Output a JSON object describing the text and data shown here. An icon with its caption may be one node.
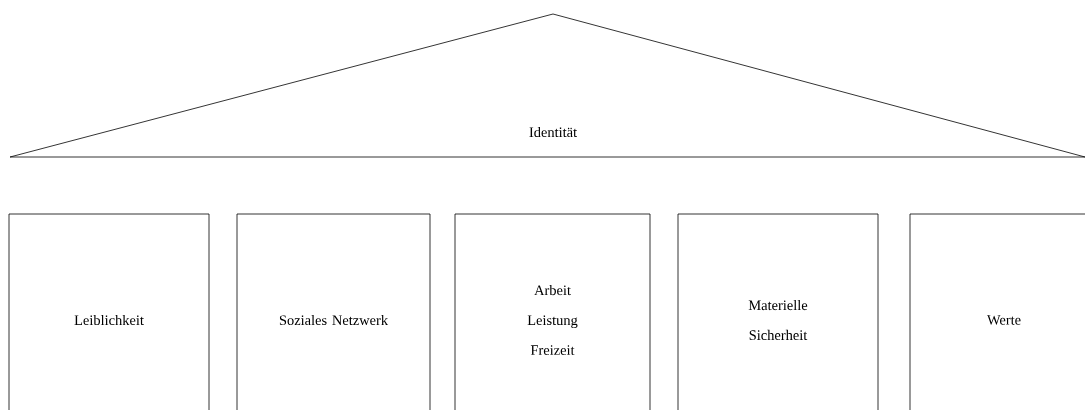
{
  "diagram": {
    "nodes": [
      {
        "text": [
          "Identität"
        ]
      },
      {
        "text": [
          "Leiblichkeit"
        ]
      },
      {
        "text": [
          "Soziales Netzwerk"
        ]
      },
      {
        "text": [
          "Arbeit",
          "Leistung",
          "Freizeit"
        ]
      },
      {
        "text": [
          "Materielle Sicherheit"
        ]
      },
      {
        "text": [
          "Werte"
        ]
      }
    ]
  }
}
